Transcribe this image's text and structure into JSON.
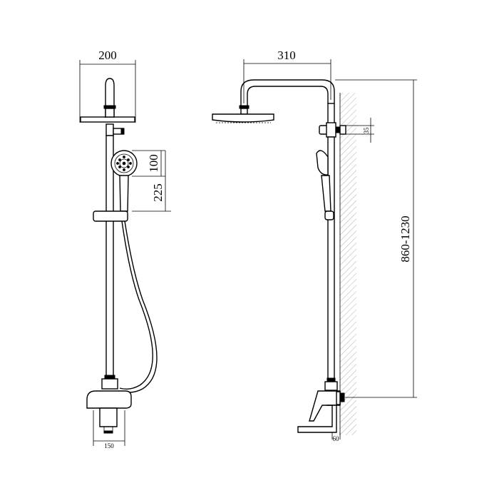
{
  "dimensions": {
    "front_width": "200",
    "side_width": "310",
    "handshower_height": "100",
    "handshower_drop": "225",
    "wall_offset": "35",
    "height_range": "860-1230",
    "bottom_width": "150",
    "bottom_depth": "60"
  }
}
